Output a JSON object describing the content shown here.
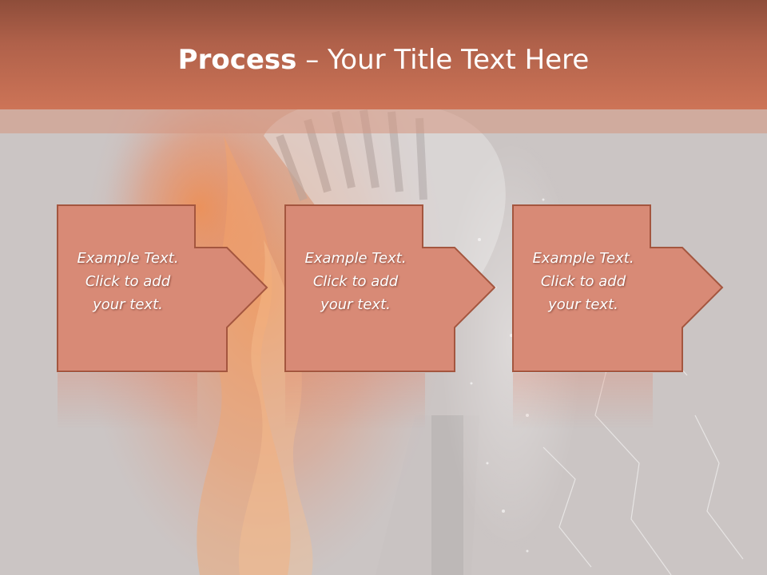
{
  "title": {
    "bold": "Process",
    "separator": " – ",
    "rest": "Your Title Text Here"
  },
  "steps": [
    {
      "text": "Example Text.\nClick  to add\nyour text."
    },
    {
      "text": "Example Text.\nClick  to add\nyour text."
    },
    {
      "text": "Example Text.\nClick  to add\nyour text."
    }
  ],
  "colors": {
    "box_fill": "#d88a76",
    "box_stroke": "#a4563f",
    "title_bar": "#c06a51"
  }
}
